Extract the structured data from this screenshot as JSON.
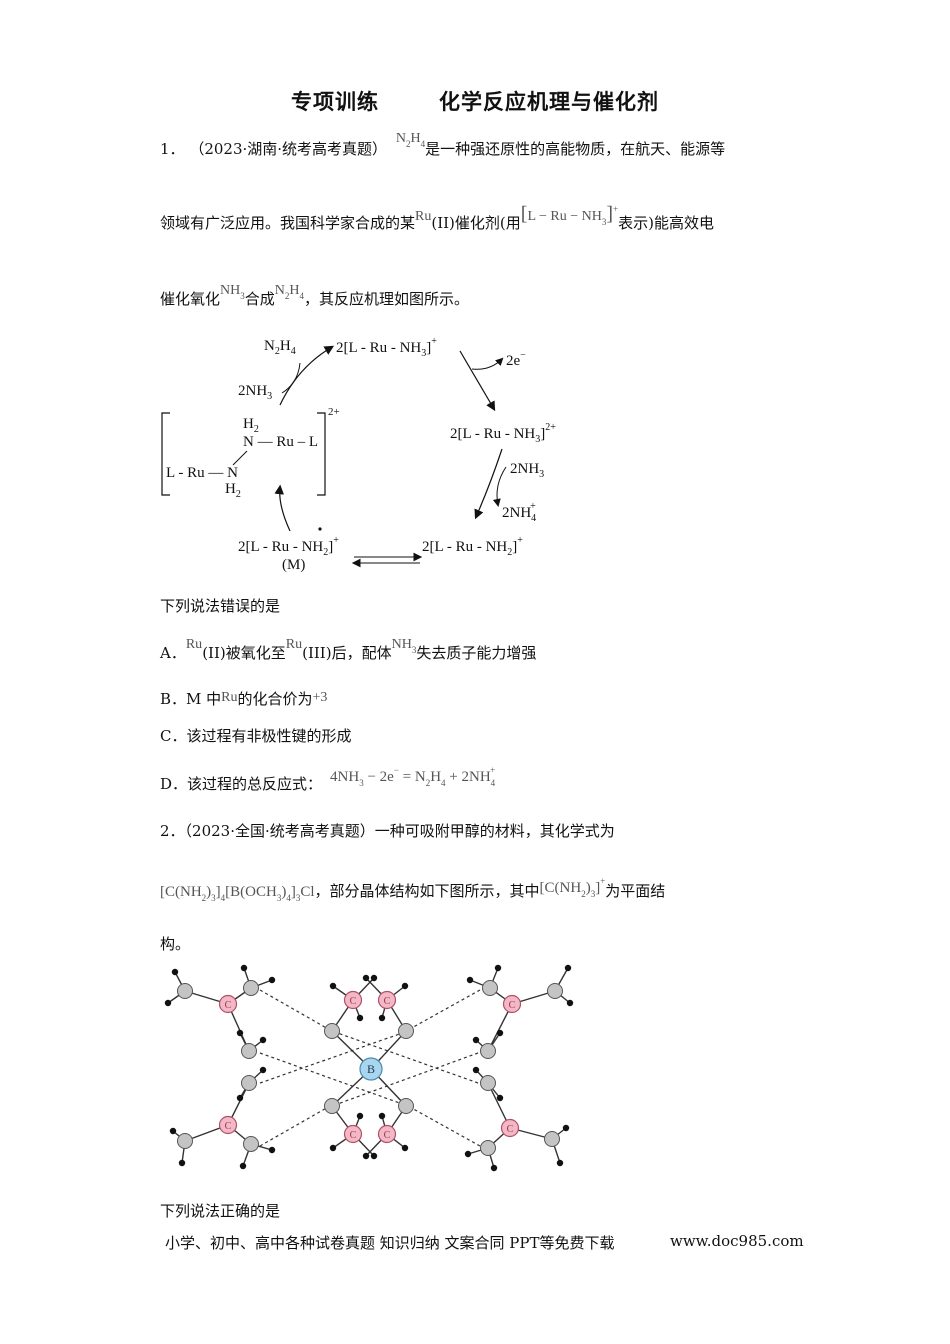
{
  "title": {
    "part1": "专项训练",
    "part2": "化学反应机理与催化剂"
  },
  "q1": {
    "number": "1．",
    "source": "（2023·湖南·统考高考真题）",
    "line1_text": "是一种强还原性的高能物质，在航天、能源等",
    "line2_a": "领域有广泛应用。我国科学家合成的某",
    "line2_b": "(II)催化剂(用",
    "line2_c": "表示)能高效电",
    "line3_a": "催化氧化",
    "line3_b": "合成",
    "line3_c": "，其反应机理如图所示。",
    "prompt": "下列说法错误的是",
    "options": {
      "A": {
        "label": "A．",
        "t1": "(II)被氧化至",
        "t2": "(III)后，配体",
        "t3": "失去质子能力增强"
      },
      "B": {
        "label": "B．M 中",
        "t1": "的化合价为"
      },
      "C": {
        "label": "C．该过程有非极性键的形成"
      },
      "D": {
        "label": "D．该过程的总反应式："
      }
    },
    "formula": {
      "n2h4_N": "N",
      "n2h4_2": "2",
      "n2h4_H": "H",
      "n2h4_4": "4",
      "ru": "Ru",
      "complex": "L − Ru − NH",
      "complex_3": "3",
      "plus": "+",
      "nh3": "NH",
      "three": "3",
      "plus3": "+3",
      "rxn_left": "4NH",
      "rxn_3": "3",
      "rxn_mid": " − 2e",
      "rxn_minus": "−",
      "rxn_eq": " = N",
      "rxn_2": "2",
      "rxn_H": "H",
      "rxn_4": "4",
      "rxn_right": " + 2NH",
      "rxn_4b": "4",
      "rxn_plus": "+"
    },
    "diagram": {
      "top_species": "2[L - Ru - NH",
      "top_sub": "3",
      "top_sup": "+",
      "e_out": "2e",
      "e_sup": "−",
      "right_species": "2[L - Ru - NH",
      "right_sub": "3",
      "right_sup": "2+",
      "nh3_in": "2NH",
      "nh3_in_sub": "3",
      "nh4_out": "2NH",
      "nh4_sub": "4",
      "nh4_sup": "+",
      "bottom_right": "2[L - Ru - NH",
      "bottom_right_sub": "2",
      "bottom_right_sup": "+",
      "bottom_left": "2[L - Ru - NH",
      "bottom_left_sub": "2",
      "bottom_left_sup": "+",
      "m_label": "(M)",
      "dimer_h2_top": "H",
      "dimer_h2_top_sub": "2",
      "dimer_n_ru_l": "N — Ru – L",
      "dimer_l_ru_n": "L - Ru — N",
      "dimer_h2_bot": "H",
      "dimer_h2_bot_sub": "2",
      "dimer_charge": "2+",
      "n2h4_out": "N",
      "n2h4_out_2": "2",
      "n2h4_out_H": "H",
      "n2h4_out_4": "4",
      "nh3_left": "2NH",
      "nh3_left_sub": "3"
    }
  },
  "q2": {
    "number": "2．",
    "source": "（2023·全国·统考高考真题）",
    "line1_text": "一种可吸附甲醇的材料，其化学式为",
    "formula_text": "[C(NH",
    "formula_2": "2",
    "formula_3a": ")",
    "formula_3": "3",
    "formula_4": "4",
    "formula_b": "[B(OCH",
    "formula_3b": "3",
    "formula_4b": "4",
    "formula_3c": "3",
    "formula_cl": "Cl",
    "line2_a": "，部分晶体结构如下图所示，其中",
    "line2_b": "为平面结",
    "line3": "构。",
    "prompt": "下列说法正确的是",
    "atom_c": "C",
    "atom_b": "B"
  },
  "footer": {
    "left": "小学、初中、高中各种试卷真题  知识归纳  文案合同  PPT等免费下载",
    "right": "www.doc985.com"
  }
}
